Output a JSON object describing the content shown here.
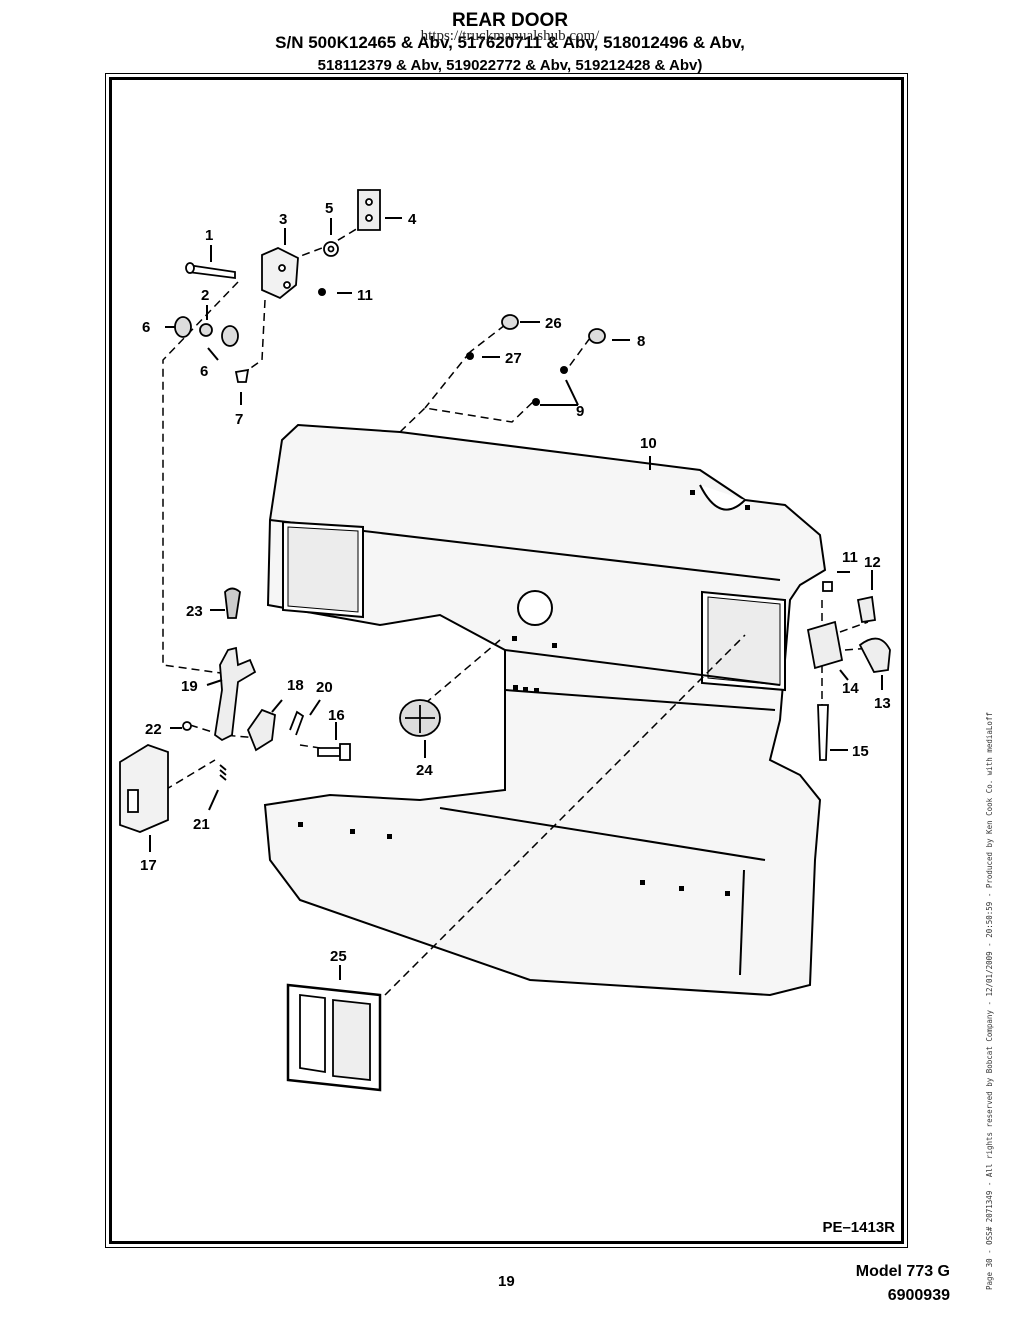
{
  "header": {
    "title": "REAR DOOR",
    "serial_line_1": "S/N 500K12465 & Abv, 517620711 & Abv, 518012496 & Abv,",
    "serial_line_2": "518112379 & Abv, 519022772 & Abv, 519212428 & Abv)",
    "watermark": "https://truckmanualshub.com/"
  },
  "diagram": {
    "plate_id": "PE–1413R",
    "callouts": [
      "1",
      "2",
      "3",
      "4",
      "5",
      "6",
      "6",
      "7",
      "8",
      "9",
      "10",
      "11",
      "11",
      "12",
      "13",
      "14",
      "15",
      "16",
      "17",
      "18",
      "19",
      "20",
      "21",
      "22",
      "23",
      "24",
      "25",
      "26",
      "27"
    ]
  },
  "footer": {
    "page_number": "19",
    "model": "Model 773 G",
    "part_number": "6900939",
    "side_note": "Page 30 - OSS# 2071349 - All rights reserved by Bobcat Company - 12/01/2009 - 20:50:59 - Produced by Ken Cook Co. with mediaLoff"
  }
}
